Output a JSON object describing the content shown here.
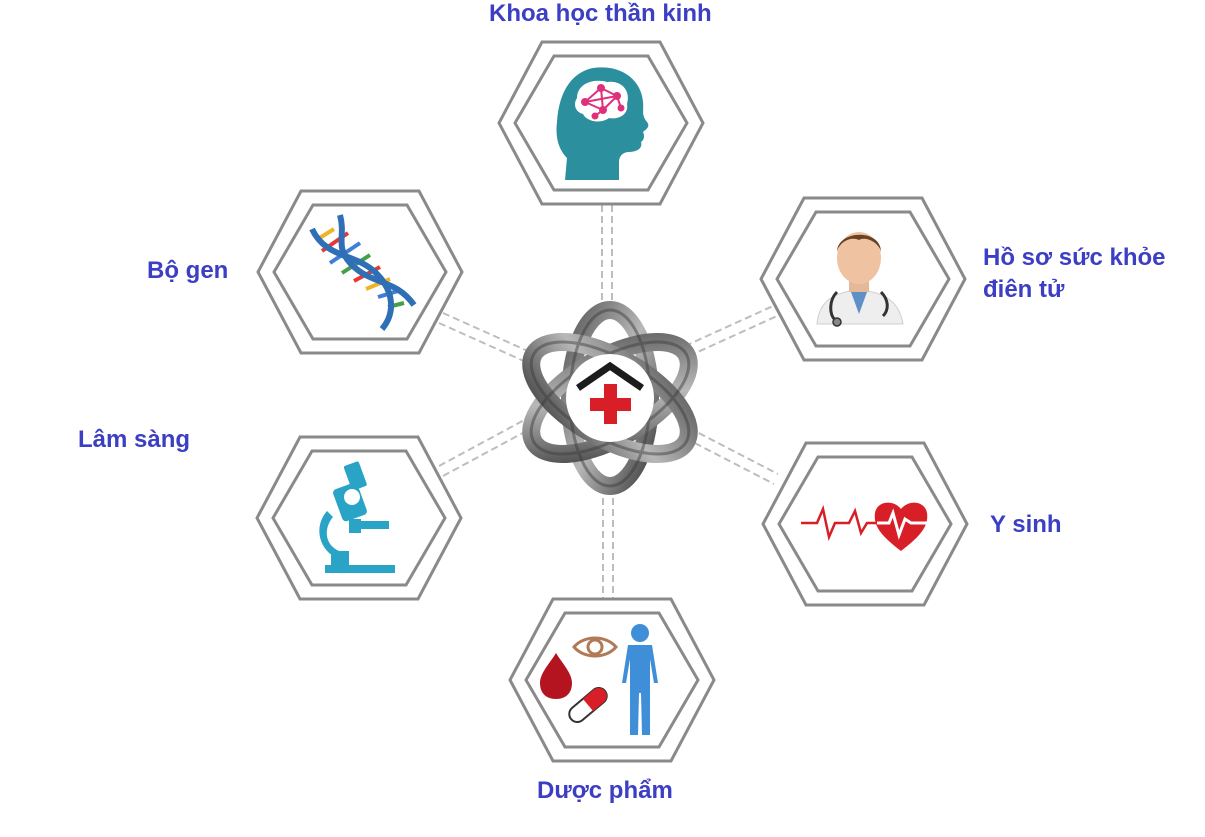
{
  "diagram": {
    "center": {
      "name": "medical-hub",
      "icon": "medical-cross-house-icon"
    },
    "nodes": [
      {
        "id": "neuro",
        "label": "Khoa học thần kinh",
        "icon": "brain-head-icon"
      },
      {
        "id": "ehr",
        "label": "Hồ sơ sức khỏe điên tử",
        "icon": "doctor-icon"
      },
      {
        "id": "biomed",
        "label": "Y sinh",
        "icon": "heartbeat-icon"
      },
      {
        "id": "pharma",
        "label": "Dược phẩm",
        "icon": "pharma-body-icon"
      },
      {
        "id": "clinical",
        "label": "Lâm sàng",
        "icon": "microscope-icon"
      },
      {
        "id": "genome",
        "label": "Bộ gen",
        "icon": "dna-icon"
      }
    ]
  },
  "colors": {
    "label": "#3c3ec4",
    "hex_stroke": "#8a8a8a",
    "brain": "#2b8f9d",
    "brain_network": "#e0307d",
    "microscope": "#29a3c6",
    "heart": "#d81f27",
    "body": "#3f8fd8",
    "blood": "#b3141f"
  }
}
